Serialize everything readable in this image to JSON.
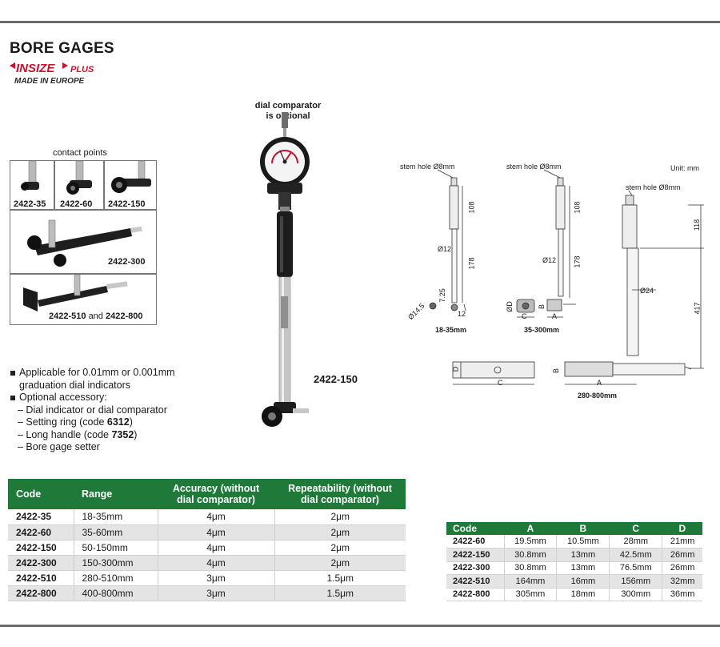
{
  "header": {
    "title": "BORE GAGES",
    "brand": "INSIZE",
    "brand_suffix": "PLUS",
    "made_in": "MADE IN EUROPE"
  },
  "contact_points": {
    "caption": "contact points",
    "labels": [
      "2422-35",
      "2422-60",
      "2422-150",
      "2422-300"
    ],
    "label_510_a": "2422-510",
    "label_and": "and",
    "label_800": "2422-800"
  },
  "main_product": {
    "optional_note_line1": "dial comparator",
    "optional_note_line2": "is optional",
    "model_label": "2422-150"
  },
  "diagrams": {
    "unit": "Unit: mm",
    "stem_hole": "stem hole Ø8mm",
    "d1": {
      "dim_108": "108",
      "dia_12": "Ø12",
      "dim_178": "178",
      "dim_7_25": "7.25",
      "dia_14_5": "Ø14.5",
      "dim_12": "12",
      "caption": "18-35mm"
    },
    "d2": {
      "dim_108": "108",
      "dia_12": "Ø12",
      "dim_178": "178",
      "label_D": "ØD",
      "label_C": "C",
      "label_B": "B",
      "label_A": "A",
      "caption": "35-300mm"
    },
    "d3": {
      "dim_118": "118",
      "dia_24": "Ø24",
      "dim_417": "417",
      "label_D": "D",
      "label_C": "C",
      "label_B": "B",
      "label_A": "A",
      "caption": "280-800mm"
    }
  },
  "features": {
    "bullet1_line1": "Applicable for 0.01mm or 0.001mm",
    "bullet1_line2": "graduation dial indicators",
    "bullet2": "Optional accessory:",
    "sub1": "– Dial indicator or dial comparator",
    "sub2_pre": "– Setting ring (code ",
    "sub2_code": "6312",
    "sub2_post": ")",
    "sub3_pre": "– Long handle (code ",
    "sub3_code": "7352",
    "sub3_post": ")",
    "sub4": "– Bore gage setter"
  },
  "spec_table": {
    "headers": [
      "Code",
      "Range",
      "Accuracy (without\ndial comparator)",
      "Repeatability (without\ndial comparator)"
    ],
    "rows": [
      [
        "2422-35",
        "18-35mm",
        "4μm",
        "2μm"
      ],
      [
        "2422-60",
        "35-60mm",
        "4μm",
        "2μm"
      ],
      [
        "2422-150",
        "50-150mm",
        "4μm",
        "2μm"
      ],
      [
        "2422-300",
        "150-300mm",
        "4μm",
        "2μm"
      ],
      [
        "2422-510",
        "280-510mm",
        "3μm",
        "1.5μm"
      ],
      [
        "2422-800",
        "400-800mm",
        "3μm",
        "1.5μm"
      ]
    ]
  },
  "dim_table": {
    "headers": [
      "Code",
      "A",
      "B",
      "C",
      "D"
    ],
    "rows": [
      [
        "2422-60",
        "19.5mm",
        "10.5mm",
        "28mm",
        "21mm"
      ],
      [
        "2422-150",
        "30.8mm",
        "13mm",
        "42.5mm",
        "26mm"
      ],
      [
        "2422-300",
        "30.8mm",
        "13mm",
        "76.5mm",
        "26mm"
      ],
      [
        "2422-510",
        "164mm",
        "16mm",
        "156mm",
        "32mm"
      ],
      [
        "2422-800",
        "305mm",
        "18mm",
        "300mm",
        "36mm"
      ]
    ]
  },
  "colors": {
    "brand_red": "#c8102e",
    "table_green": "#1f7a3a",
    "rule_gray": "#6b6b6b"
  }
}
